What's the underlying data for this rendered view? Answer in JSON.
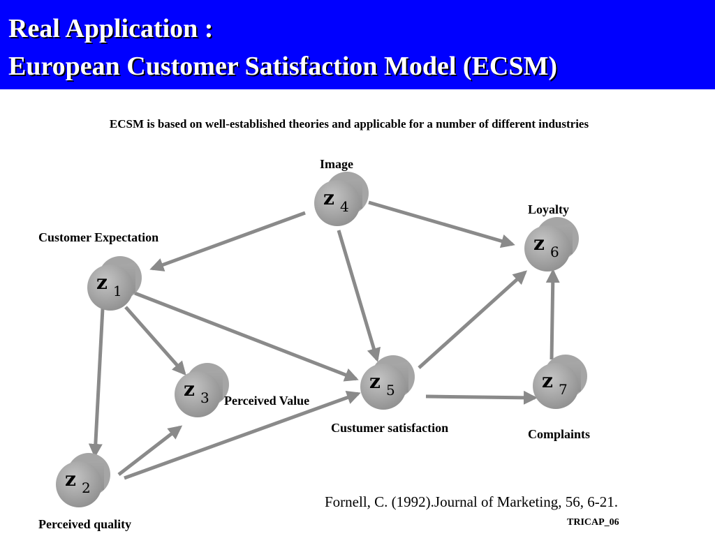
{
  "header": {
    "title_line1": "Real Application :",
    "title_line2": "European Customer Satisfaction Model (ECSM)",
    "background_color": "#0000ff"
  },
  "subtitle": "ECSM is based on well-established theories and applicable for a number of different industries",
  "nodes": {
    "z1": {
      "var": "z",
      "sub": "1",
      "label": "Customer Expectation"
    },
    "z2": {
      "var": "z",
      "sub": "2",
      "label": "Perceived quality"
    },
    "z3": {
      "var": "z",
      "sub": "3",
      "label": "Perceived Value"
    },
    "z4": {
      "var": "z",
      "sub": "4",
      "label": "Image"
    },
    "z5": {
      "var": "z",
      "sub": "5",
      "label": "Custumer satisfaction"
    },
    "z6": {
      "var": "z",
      "sub": "6",
      "label": "Loyalty"
    },
    "z7": {
      "var": "z",
      "sub": "7",
      "label": "Complaints"
    }
  },
  "edges": [
    {
      "from": "z4",
      "to": "z1"
    },
    {
      "from": "z4",
      "to": "z6"
    },
    {
      "from": "z4",
      "to": "z5"
    },
    {
      "from": "z1",
      "to": "z3"
    },
    {
      "from": "z1",
      "to": "z5"
    },
    {
      "from": "z1",
      "to": "z2"
    },
    {
      "from": "z2",
      "to": "z3"
    },
    {
      "from": "z2",
      "to": "z5"
    },
    {
      "from": "z5",
      "to": "z6"
    },
    {
      "from": "z5",
      "to": "z7"
    },
    {
      "from": "z7",
      "to": "z6"
    }
  ],
  "citation": "Fornell, C. (1992).Journal of Marketing, 56, 6-21.",
  "footer": "TRICAP_06",
  "colors": {
    "node_fill": "#999999",
    "arrow": "#8a8a8a"
  }
}
